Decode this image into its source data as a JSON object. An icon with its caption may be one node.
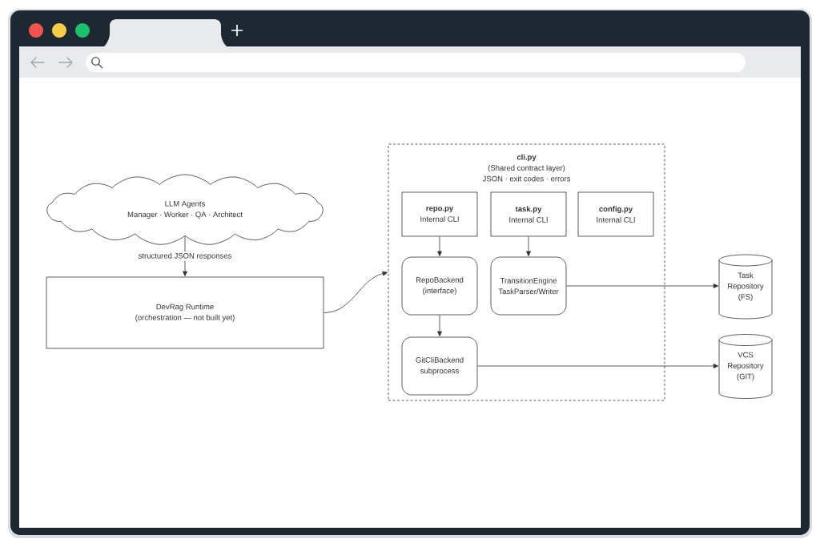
{
  "diagram": {
    "nodes": [
      {
        "text": [
          "LLM Agents",
          "Manager · Worker · QA · Architect"
        ]
      },
      {
        "text": [
          "DevRag Runtime",
          "(orchestration — not built yet)"
        ]
      },
      {
        "text": [
          "cli.py",
          "(Shared contract layer)",
          "JSON · exit codes · errors"
        ]
      },
      {
        "text": [
          "repo.py",
          "Internal CLI"
        ],
        "in": 2
      },
      {
        "text": [
          "task.py",
          "Internal CLI"
        ],
        "in": 2
      },
      {
        "text": [
          "config.py",
          "Internal CLI"
        ],
        "in": 2
      },
      {
        "text": [
          "RepoBackend",
          "(interface)"
        ],
        "in": 2
      },
      {
        "text": [
          "TransitionEngine",
          "TaskParser/Writer"
        ],
        "in": 2
      },
      {
        "text": [
          "GitCliBackend",
          "subprocess"
        ],
        "in": 2
      },
      {
        "text": [
          "Task Repository (FS)"
        ]
      },
      {
        "text": [
          "VCS Repository (GIT)"
        ]
      }
    ],
    "edges": [
      {
        "from": 0,
        "to": 1,
        "arrow": "to",
        "label": "structured JSON responses"
      },
      {
        "from": 1,
        "to": 2,
        "arrow": "to"
      },
      {
        "from": 3,
        "to": 6,
        "arrow": "to"
      },
      {
        "from": 4,
        "to": 7,
        "arrow": "to"
      },
      {
        "from": 6,
        "to": 8,
        "arrow": "to"
      },
      {
        "from": 7,
        "to": 9,
        "arrow": "to"
      },
      {
        "from": 8,
        "to": 10,
        "arrow": "to"
      }
    ]
  }
}
